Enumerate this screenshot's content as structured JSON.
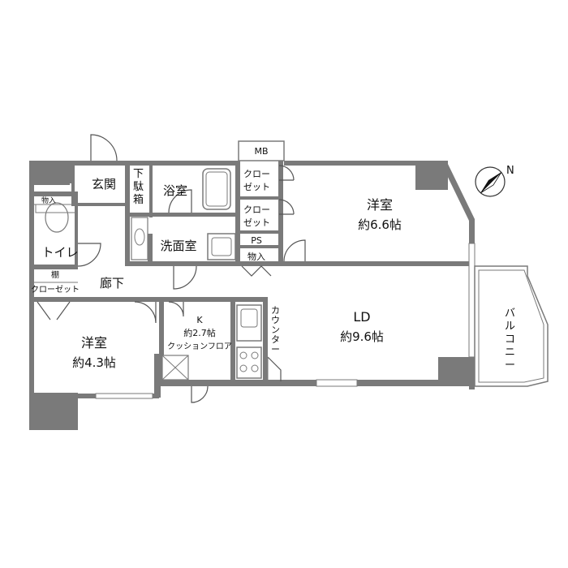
{
  "rooms": {
    "entrance": "玄関",
    "shoe_box": "下駄箱",
    "bath": "浴室",
    "closet_1": "クローゼット",
    "closet_2": "クローゼット",
    "western_room_1": "洋室",
    "western_room_1_size": "約6.6帖",
    "storage_top": "物入",
    "toilet": "トイレ",
    "washroom": "洗面室",
    "ps": "PS",
    "storage_small": "物入",
    "shelf": "棚",
    "closet_3": "クローゼット",
    "hallway": "廊下",
    "western_room_2": "洋室",
    "western_room_2_size": "約4.3帖",
    "kitchen": "K",
    "kitchen_size": "約2.7帖",
    "kitchen_floor": "クッションフロア",
    "counter": "カウンター",
    "ld": "LD",
    "ld_size": "約9.6帖",
    "balcony": "バルコニー",
    "mb": "MB"
  },
  "compass": {
    "label": "N"
  }
}
